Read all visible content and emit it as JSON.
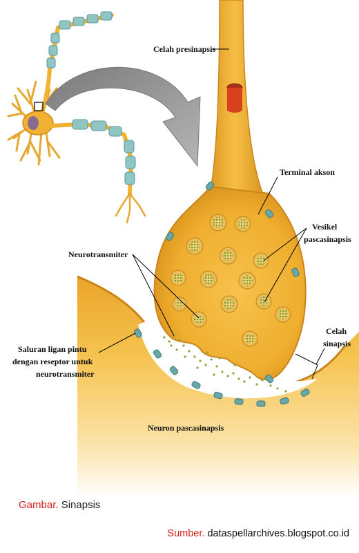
{
  "labels": {
    "celah_presinapsis": "Celah presinapsis",
    "terminal_akson": "Terminal akson",
    "vesikel_line1": "Vesikel",
    "vesikel_line2": "pascasinapsis",
    "neurotransmiter": "Neurotransmiter",
    "saluran_line1": "Saluran ligan pintu",
    "saluran_line2": "dengan reseptor untuk",
    "saluran_line3": "neurotransmiter",
    "celah_sinapsis_line1": "Celah",
    "celah_sinapsis_line2": "sinapsis",
    "neuron_pascasinapsis": "Neuron pascasinapsis"
  },
  "caption": {
    "prefix": "Gambar.",
    "text": "Sinapsis"
  },
  "source": {
    "prefix": "Sumber.",
    "text": "dataspellarchives.blogspot.co.id"
  },
  "colors": {
    "accent": "#d4201c",
    "neuron_fill": "#f4b93a",
    "neuron_outline": "#d18a17",
    "vesicle_green": "#7d9b2e",
    "channel_teal": "#6aa7a8"
  }
}
